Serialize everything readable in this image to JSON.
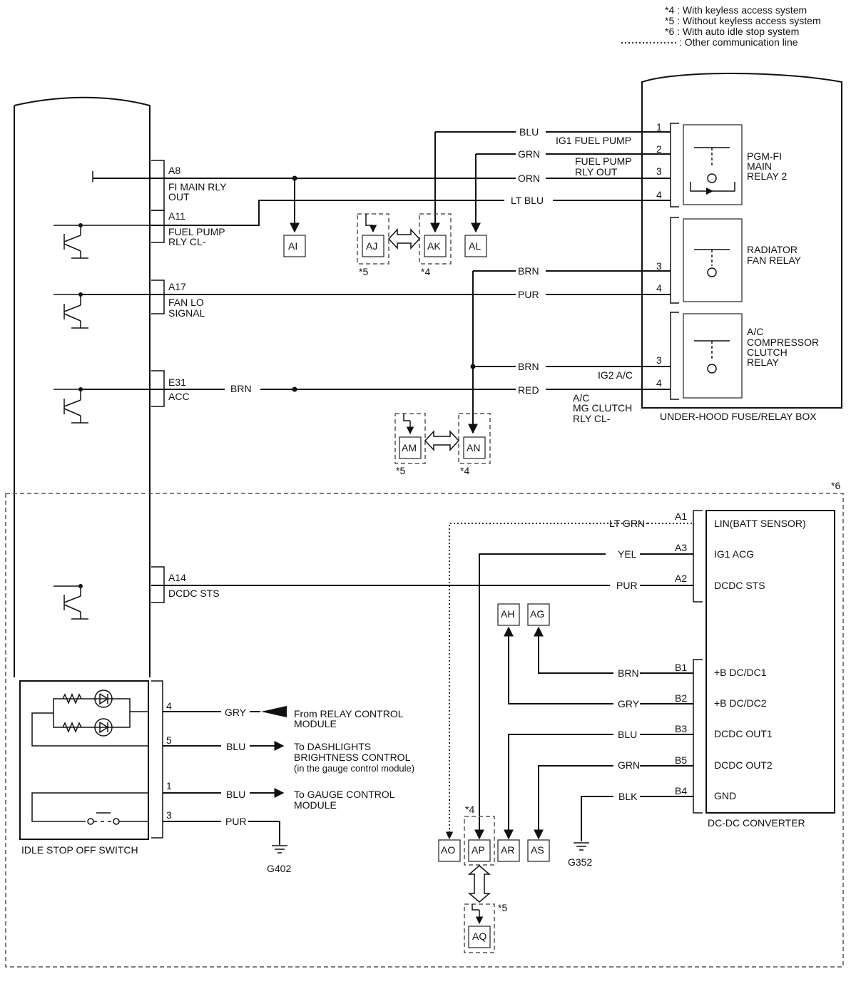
{
  "legend": {
    "items": [
      "*4 : With keyless access system",
      "*5 : Without keyless access system",
      "*6 : With auto idle stop system"
    ],
    "comm_line": ": Other communication line"
  },
  "top_wires": [
    {
      "color": "BLU",
      "pin": "1",
      "desc": "IG1 FUEL PUMP"
    },
    {
      "color": "GRN",
      "pin": "2",
      "desc": "FUEL PUMP"
    },
    {
      "color": "ORN",
      "pin": "3",
      "desc": "RLY OUT"
    },
    {
      "color": "LT BLU",
      "pin": "4"
    },
    {
      "color": "BRN",
      "pin": "3"
    },
    {
      "color": "PUR",
      "pin": "4"
    },
    {
      "color": "BRN",
      "pin": "3",
      "desc": "IG2 A/C"
    },
    {
      "color": "RED",
      "pin": "4",
      "desc": [
        "A/C",
        "MG CLUTCH",
        "RLY CL-"
      ]
    }
  ],
  "relays": [
    {
      "name": [
        "PGM-FI",
        "MAIN",
        "RELAY 2"
      ]
    },
    {
      "name": [
        "RADIATOR",
        "FAN RELAY"
      ]
    },
    {
      "name": [
        "A/C",
        "COMPRESSOR",
        "CLUTCH",
        "RELAY"
      ]
    }
  ],
  "fuse_box_label": "UNDER-HOOD FUSE/RELAY BOX",
  "ecm_terminals": [
    {
      "pin": "A8",
      "label": [
        "FI MAIN RLY",
        "OUT"
      ]
    },
    {
      "pin": "A11",
      "label": [
        "FUEL PUMP",
        "RLY CL-"
      ]
    },
    {
      "pin": "A17",
      "label": [
        "FAN LO",
        "SIGNAL"
      ]
    },
    {
      "pin": "E31",
      "label": [
        "ACC"
      ],
      "wire": "BRN"
    },
    {
      "pin": "A14",
      "label": [
        "DCDC STS"
      ]
    }
  ],
  "refs": {
    "AI": "AI",
    "AJ": "AJ",
    "AK": "AK",
    "AL": "AL",
    "AM": "AM",
    "AN": "AN",
    "AO": "AO",
    "AP": "AP",
    "AR": "AR",
    "AS": "AS",
    "AQ": "AQ",
    "AH": "AH",
    "AG": "AG"
  },
  "notes": {
    "n4": "*4",
    "n5": "*5",
    "n6": "*6"
  },
  "dcdc": {
    "label": "DC-DC CONVERTER",
    "pins": [
      {
        "color": "LT GRN",
        "pin": "A1",
        "name": "LIN(BATT SENSOR)"
      },
      {
        "color": "YEL",
        "pin": "A3",
        "name": "IG1 ACG"
      },
      {
        "color": "PUR",
        "pin": "A2",
        "name": "DCDC STS"
      },
      {
        "color": "BRN",
        "pin": "B1",
        "name": "+B DC/DC1"
      },
      {
        "color": "GRY",
        "pin": "B2",
        "name": "+B DC/DC2"
      },
      {
        "color": "BLU",
        "pin": "B3",
        "name": "DCDC OUT1"
      },
      {
        "color": "GRN",
        "pin": "B5",
        "name": "DCDC OUT2"
      },
      {
        "color": "BLK",
        "pin": "B4",
        "name": "GND"
      }
    ]
  },
  "switch": {
    "label": "IDLE STOP OFF SWITCH",
    "pins": [
      {
        "pin": "4",
        "color": "GRY",
        "dest": [
          "From RELAY CONTROL",
          "MODULE"
        ]
      },
      {
        "pin": "5",
        "color": "BLU",
        "dest": [
          "To DASHLIGHTS",
          "BRIGHTNESS CONTROL",
          "(in the gauge control module)"
        ]
      },
      {
        "pin": "1",
        "color": "BLU",
        "dest": [
          "To GAUGE CONTROL",
          "MODULE"
        ]
      },
      {
        "pin": "3",
        "color": "PUR"
      }
    ]
  },
  "grounds": {
    "g402": "G402",
    "g352": "G352"
  }
}
